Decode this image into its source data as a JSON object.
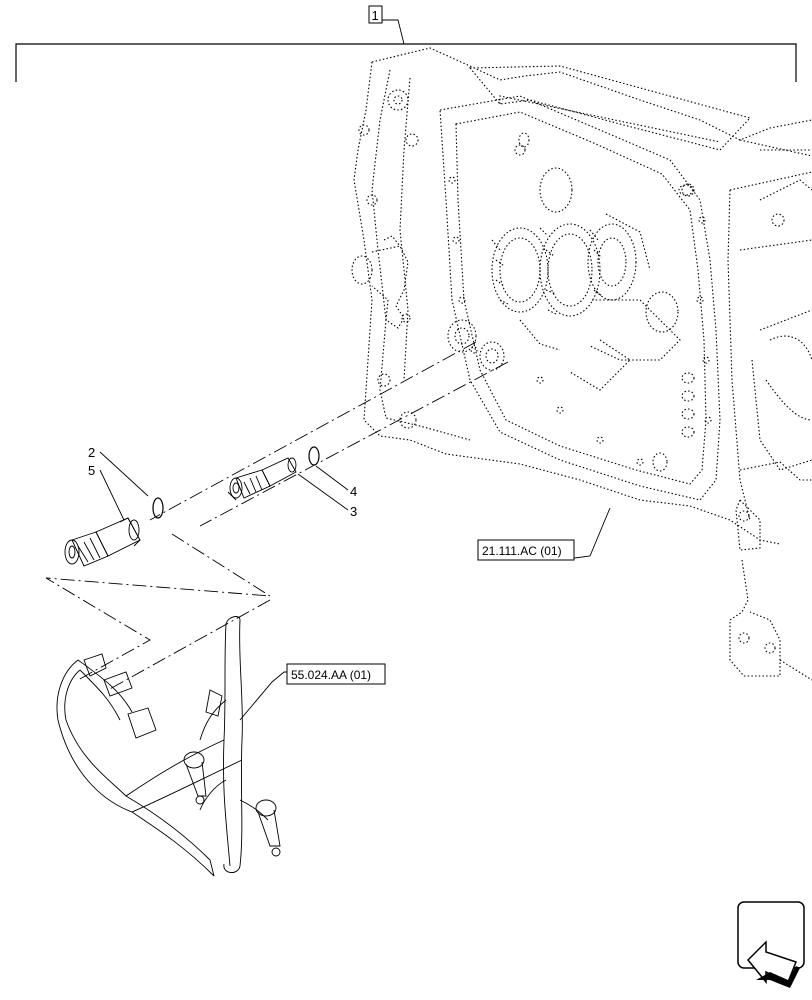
{
  "assembly_label": "1",
  "item_labels": [
    {
      "id": "item-2",
      "text": "2"
    },
    {
      "id": "item-5",
      "text": "5"
    },
    {
      "id": "item-4",
      "text": "4"
    },
    {
      "id": "item-3",
      "text": "3"
    }
  ],
  "references": {
    "transmission": "21.111.AC (01)",
    "harness": "55.024.AA (01)"
  },
  "nav_icon": "next-page-arrow-icon"
}
